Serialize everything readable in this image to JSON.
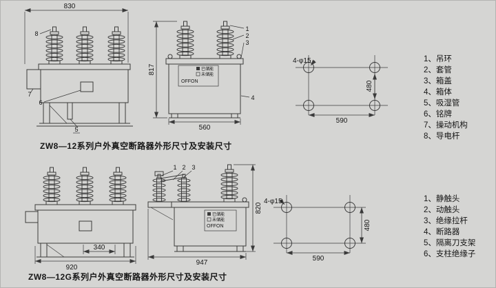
{
  "colors": {
    "background": "#d5d5d3",
    "line": "#3a3a3a",
    "text": "#161616"
  },
  "section1": {
    "caption": "ZW8—12系列户外真空断路器外形尺寸及安装尺寸",
    "front": {
      "dim_width": "830",
      "callout_8": "8",
      "callout_7": "7",
      "callout_6": "6",
      "callout_5": "5"
    },
    "side": {
      "dim_height": "817",
      "dim_width": "560",
      "callout_1": "1",
      "callout_2": "2",
      "callout_3": "3",
      "callout_4": "4",
      "indicator": {
        "charged": "已储能",
        "discharged": "未储能",
        "offon": "OFFON"
      }
    },
    "mount": {
      "holes": "4-φ15",
      "dim_width": "590",
      "dim_height": "480"
    },
    "parts": [
      "1、吊环",
      "2、套管",
      "3、箱盖",
      "4、箱体",
      "5、吸湿管",
      "6、铭牌",
      "7、操动机构",
      "8、导电杆"
    ]
  },
  "section2": {
    "caption": "ZW8—12G系列户外真空断路器外形尺寸及安装尺寸",
    "front": {
      "dim_width": "920",
      "dim_inner": "340"
    },
    "side": {
      "dim_width": "947",
      "dim_height": "820",
      "callout_1": "1",
      "callout_2": "2",
      "callout_3": "3",
      "indicator": {
        "charged": "已储能",
        "discharged": "未储能",
        "offon": "OFFON"
      }
    },
    "mount": {
      "holes": "4-φ15",
      "dim_width": "590",
      "dim_height": "480"
    },
    "parts": [
      "1、静触头",
      "2、动触头",
      "3、绝缘拉杆",
      "4、断路器",
      "5、隔离刀支架",
      "6、支柱绝缘子"
    ]
  }
}
